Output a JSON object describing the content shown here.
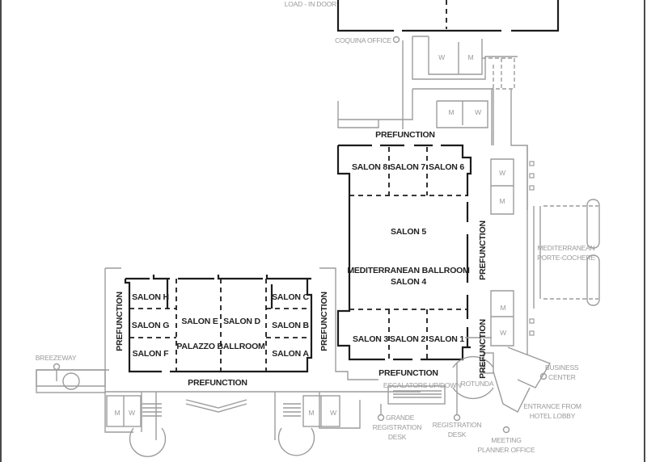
{
  "title": "Meeting Space Floor Plan",
  "colors": {
    "walls": "#1c1c1c",
    "service": "#9c9c9c",
    "frame": "#4a4a4a"
  },
  "rooms": {
    "salon_8": "SALON 8",
    "salon_7": "SALON 7",
    "salon_6": "SALON 6",
    "salon_5": "SALON 5",
    "med_ballroom": "MEDITERRANEAN BALLROOM",
    "salon_4": "SALON 4",
    "salon_3": "SALON 3",
    "salon_2": "SALON 2",
    "salon_1": "SALON 1",
    "salon_h": "SALON H",
    "salon_g": "SALON G",
    "salon_f": "SALON F",
    "salon_e": "SALON E",
    "salon_d": "SALON D",
    "palazzo_ballroom": "PALAZZO BALLROOM",
    "salon_c": "SALON C",
    "salon_b": "SALON B",
    "salon_a": "SALON A",
    "prefunction": "PREFUNCTION"
  },
  "restrooms": {
    "men": "M",
    "women": "W"
  },
  "landmarks": {
    "load_in_door": "LOAD - IN DOOR",
    "coquina_office": "COQUINA OFFICE",
    "porte_cochere_1": "MEDITERRANEAN",
    "porte_cochere_2": "PORTE-COCHERE",
    "breezeway": "BREEZEWAY",
    "escalators": "ESCALATORS UP/DOWN",
    "rotunda": "ROTUNDA",
    "business_center_1": "BUSINESS",
    "business_center_2": "CENTER",
    "entrance_1": "ENTRANCE FROM",
    "entrance_2": "HOTEL LOBBY",
    "grande_reg_1": "GRANDE",
    "grande_reg_2": "REGISTRATION",
    "grande_reg_3": "DESK",
    "reg_desk_1": "REGISTRATION",
    "reg_desk_2": "DESK",
    "meeting_planner_1": "MEETING",
    "meeting_planner_2": "PLANNER OFFICE"
  }
}
